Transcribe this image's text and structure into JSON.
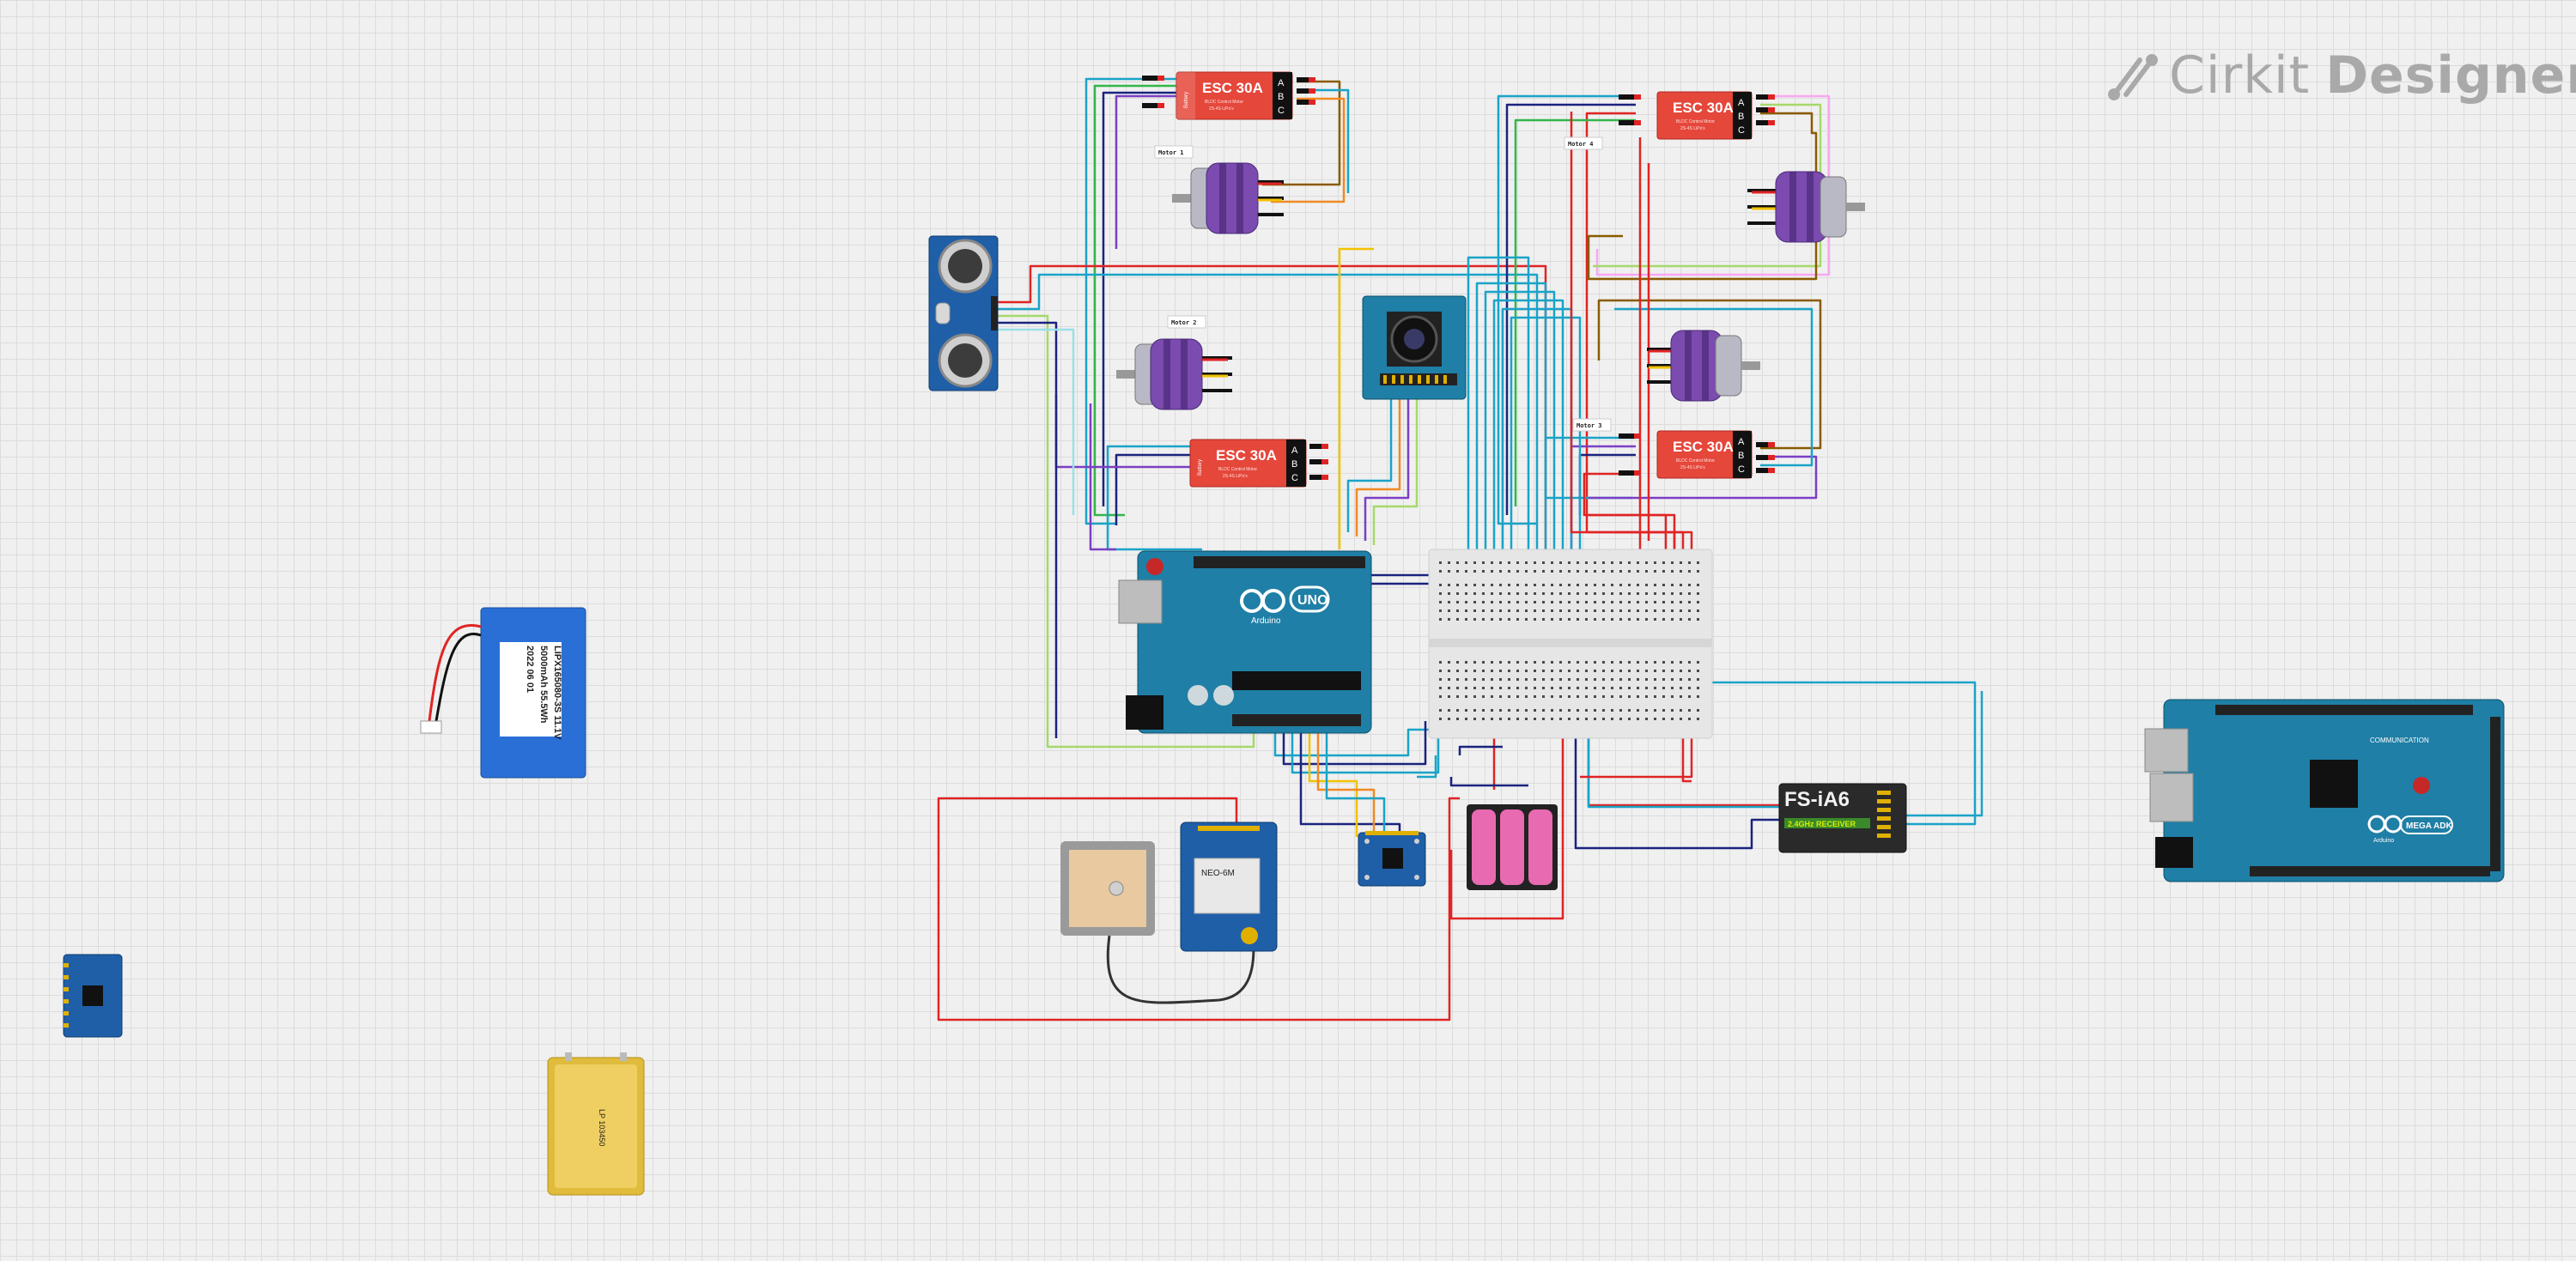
{
  "brand": {
    "name": "Cirkit",
    "product": "Designer"
  },
  "esc": {
    "title": "ESC 30A",
    "subtitle": "BLDC Control Motor",
    "spec": "2S-4S LiPo's",
    "pins": [
      "A",
      "B",
      "C"
    ],
    "side": "Battery"
  },
  "motors": [
    {
      "label": "Motor 1"
    },
    {
      "label": "Motor 2"
    },
    {
      "label": "Motor 4"
    },
    {
      "label": "Motor 3"
    }
  ],
  "arduino_uno": {
    "brand": "Arduino",
    "model": "UNO"
  },
  "arduino_mega": {
    "brand": "Arduino",
    "model": "MEGA ADK",
    "label": "COMMUNICATION"
  },
  "battery_pack": {
    "lines": [
      "LIPX165080-3S 11.1V",
      "5000mAh 55.5Wh",
      "2022 06 01"
    ]
  },
  "receiver": {
    "model": "FS-iA6",
    "band": "2.4GHz RECEIVER"
  },
  "gps": {
    "label": "NEO-6M"
  },
  "lipo_pouch": {
    "text": "LP 103450"
  },
  "colors": {
    "red": "#e02424",
    "blue": "#1a237e",
    "cyan": "#1aa3c8",
    "purple": "#7b3fc4",
    "brown": "#8a5a00",
    "orange": "#f08a24",
    "yellow": "#f2c200",
    "green": "#33b54a",
    "board": "#1f7fa6",
    "esc": "#e5473b"
  }
}
